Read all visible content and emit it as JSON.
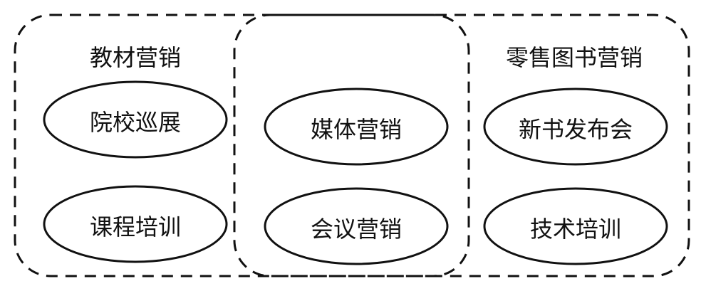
{
  "groups": [
    {
      "title": "教材营销",
      "items": [
        "院校巡展",
        "课程培训"
      ]
    },
    {
      "title": "",
      "items": [
        "媒体营销",
        "会议营销"
      ]
    },
    {
      "title": "零售图书营销",
      "items": [
        "新书发布会",
        "技术培训"
      ]
    }
  ]
}
